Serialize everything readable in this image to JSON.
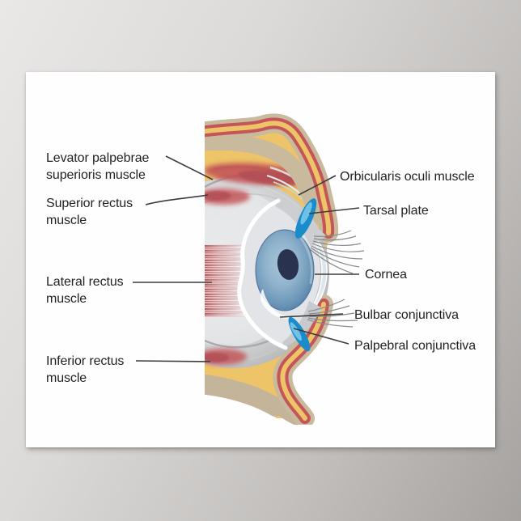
{
  "labels": {
    "levator": "Levator palpebrae superioris muscle",
    "superior_rectus": "Superior rectus muscle",
    "lateral_rectus": "Lateral rectus muscle",
    "inferior_rectus": "Inferior rectus muscle",
    "orbicularis": "Orbicularis oculi muscle",
    "tarsal": "Tarsal plate",
    "cornea": "Cornea",
    "bulbar": "Bulbar conjunctiva",
    "palpebral": "Palpebral conjunctiva"
  },
  "colors": {
    "wall_top": "#e9e8e7",
    "wall_bottom": "#a5a2a0",
    "poster": "#fefefe",
    "label_text": "#231f20",
    "leader_line": "#3c3c3c",
    "skin": "#c9ba9e",
    "skin_inner": "#c3b49a",
    "fat": "#eec468",
    "muscle": "#c4565a",
    "muscle_dark": "#a5464c",
    "eyeball": "#dcddde",
    "tarsal_plate": "#1b8ccb",
    "tarsal_highlight": "#7ecbec",
    "iris": "#7fa3c0",
    "pupil": "#29324f",
    "sclera_line": "#ffffff",
    "lash": "#87898c"
  }
}
